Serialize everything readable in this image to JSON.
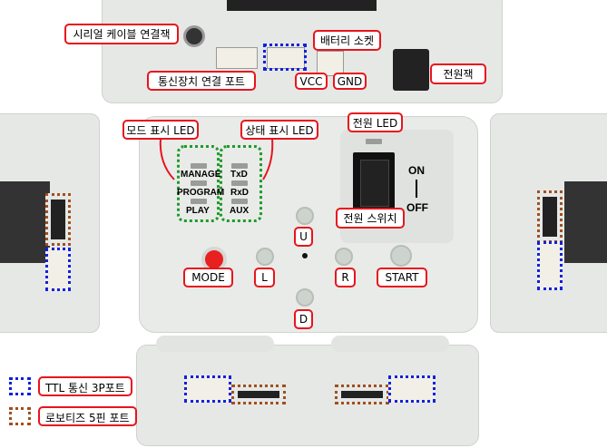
{
  "top_view": {
    "serial_jack": "시리얼 케이블 연결잭",
    "comm_port": "통신장치 연결 포트",
    "battery_socket": "배터리 소켓",
    "vcc": "VCC",
    "gnd": "GND",
    "power_jack": "전원잭"
  },
  "front_view": {
    "mode_led": "모드 표시 LED",
    "status_led": "상태 표시 LED",
    "power_led": "전원 LED",
    "power_switch": "전원 스위치",
    "mode_leds": [
      "MANAGE",
      "PROGRAM",
      "PLAY"
    ],
    "data_leds": [
      "TxD",
      "RxD",
      "AUX"
    ],
    "on": "ON",
    "off": "OFF",
    "buttons": {
      "up": "U",
      "left": "L",
      "right": "R",
      "down": "D",
      "mode": "MODE",
      "start": "START"
    }
  },
  "legend": [
    {
      "label": "TTL 통신 3P포트",
      "color": "#1020e0"
    },
    {
      "label": "로보티즈 5핀 포트",
      "color": "#a0501e"
    }
  ]
}
